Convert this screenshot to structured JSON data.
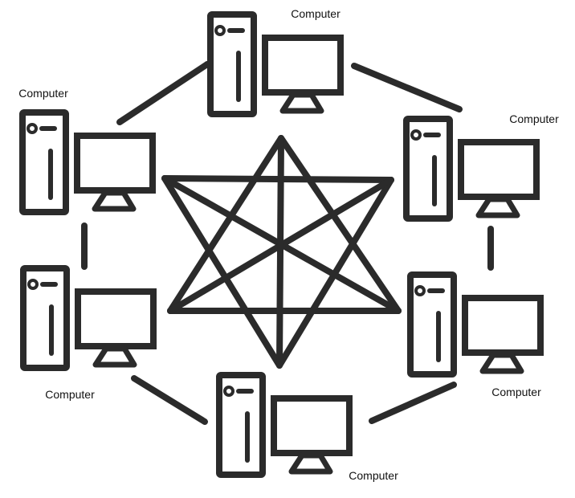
{
  "diagram": {
    "stroke_color": "#2b2b2b",
    "background": "#ffffff",
    "nodes": [
      {
        "id": "top",
        "label": "Computer"
      },
      {
        "id": "top-right",
        "label": "Computer"
      },
      {
        "id": "bottom-right",
        "label": "Computer"
      },
      {
        "id": "bottom",
        "label": "Computer"
      },
      {
        "id": "bottom-left",
        "label": "Computer"
      },
      {
        "id": "top-left",
        "label": "Computer"
      }
    ],
    "ring_links": [
      [
        "top",
        "top-right"
      ],
      [
        "top-right",
        "bottom-right"
      ],
      [
        "bottom-right",
        "bottom"
      ],
      [
        "bottom",
        "bottom-left"
      ],
      [
        "bottom-left",
        "top-left"
      ],
      [
        "top-left",
        "top"
      ]
    ],
    "center_figure": "hexagram-mesh"
  }
}
